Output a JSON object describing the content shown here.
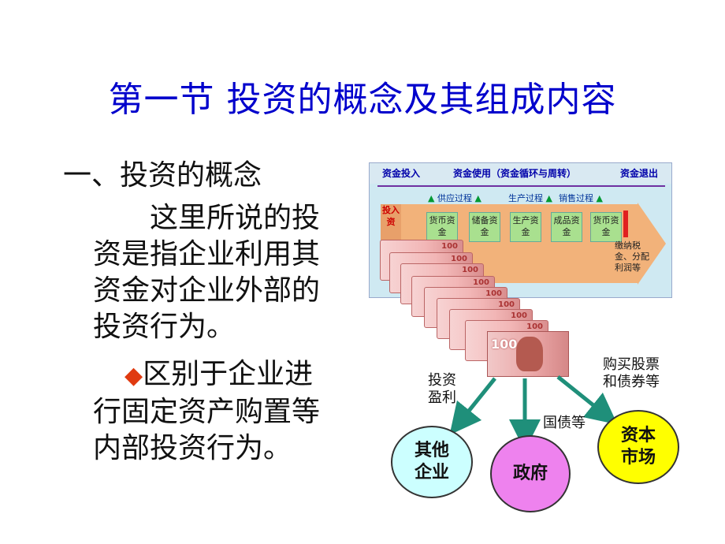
{
  "title": "第一节  投资的概念及其组成内容",
  "section": {
    "heading": "一、投资的概念",
    "para1_line1": "这里所说的投",
    "para1_rest": [
      "资是指企业利用其",
      "资金对企业外部的",
      "投资行为。"
    ],
    "bullet_symbol": "◆",
    "para2_line1": "区别于企业进",
    "para2_rest": [
      "行固定资产购置等",
      "内部投资行为。"
    ]
  },
  "flow": {
    "header_in": "资金投入",
    "header_use": "资金使用（资金循环与周转）",
    "header_out": "资金退出",
    "phase1": "供应过程",
    "phase2": "生产过程",
    "phase3": "销售过程",
    "invest_box": "投入资",
    "box1": "货币资金",
    "box2": "储备资金",
    "box3": "生产资金",
    "box4": "成品资金",
    "box5": "货币资金",
    "tax": "缴纳税金、分配利润等"
  },
  "money_value": "100",
  "labels": {
    "left_arrow": "投资\n盈利",
    "middle_arrow": "国债等",
    "right_arrow": "购买股票\n和债券等"
  },
  "targets": {
    "left": "其他\n企业",
    "middle": "政府",
    "right": "资本\n市场"
  },
  "colors": {
    "title": "#0000cc",
    "arrow": "#1f8f7a",
    "circle_left": "#ccffff",
    "circle_middle": "#ee82ee",
    "circle_right": "#ffff00"
  }
}
